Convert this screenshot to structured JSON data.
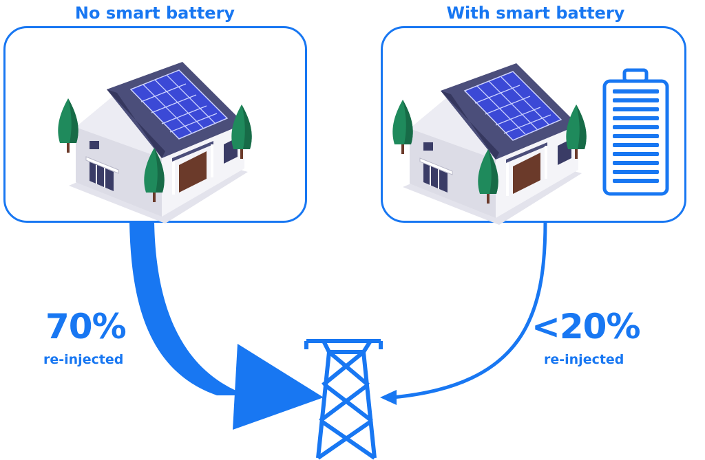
{
  "left": {
    "title": "No smart battery",
    "percentage": "70%",
    "caption": "re-injected"
  },
  "right": {
    "title": "With smart battery",
    "percentage": "<20%",
    "caption": "re-injected"
  },
  "colors": {
    "accent": "#1877F2",
    "roof": "#4b4e7a",
    "panel": "#3b49d6",
    "wall": "#d9d9e3",
    "tree": "#1f8a5c"
  },
  "icons": [
    "house-with-solar-panels-icon",
    "battery-icon",
    "power-pylon-icon",
    "flow-arrow"
  ]
}
